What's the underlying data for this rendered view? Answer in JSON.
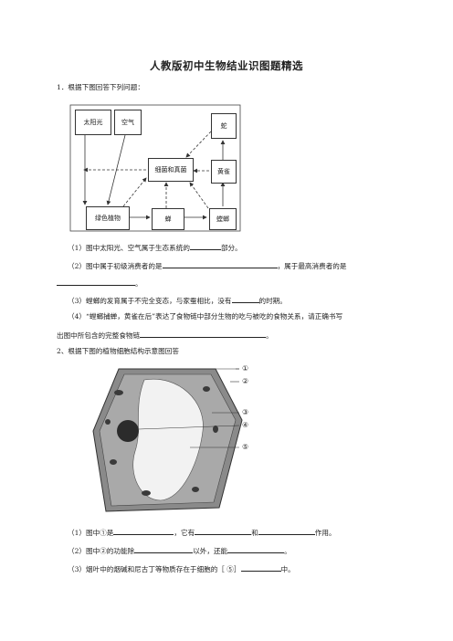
{
  "title": "人教版初中生物结业识图题精选",
  "q1": {
    "intro": "1．根据下图回答下列问题：",
    "diagram": {
      "sunlight": "太阳光",
      "air": "空气",
      "bacteria_fungi": "细菌和真菌",
      "snake": "蛇",
      "oriole": "黄雀",
      "green_plant": "绿色植物",
      "cicada": "蝉",
      "mantis": "螳螂"
    },
    "p1a": "（1）图中太阳光、空气属于生态系统的",
    "p1b": "部分。",
    "p2a": "（2）图中属于初级消费者的是",
    "p2b": "，属于最高消费者的是",
    "p2c": "。",
    "p3a": "（3）螳螂的发育属于不完全变态，与家蚕相比，没有",
    "p3b": "的时期。",
    "p4a": "（4）“螳螂捕蝉，黄雀在后”表达了食物链中部分生物的吃与被吃的食物关系，请正确书写",
    "p4b": "出图中所包含的完整食物链",
    "p4c": "。"
  },
  "q2": {
    "intro": "2、根据下图的植物细胞结构示意图回答",
    "labels": [
      "①",
      "②",
      "③",
      "④",
      "⑤"
    ],
    "p1a": "（1）图中①是",
    "p1b": "，它有",
    "p1c": "和",
    "p1d": "作用。",
    "p2a": "（2）图中②的功能除",
    "p2b": "以外，还能",
    "p2c": "。",
    "p3a": "（3）烟叶中的烟碱和尼古丁等物质存在于细胞的［ ⑤］",
    "p3b": "中。"
  }
}
